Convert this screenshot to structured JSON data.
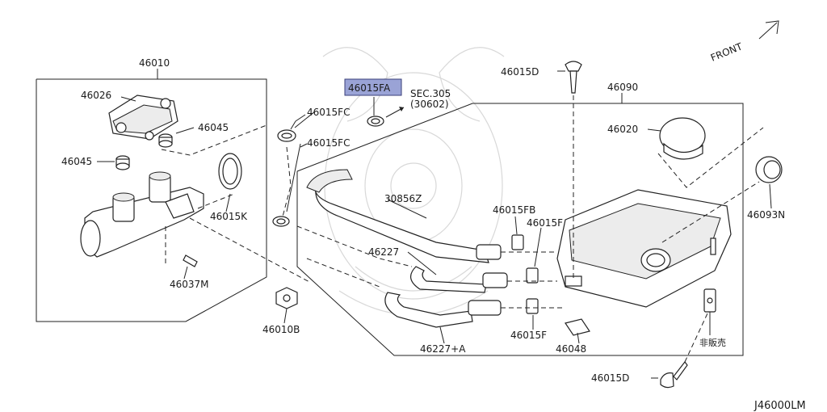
{
  "diagram": {
    "front_label": "FRONT",
    "figure_code": "J46000LM",
    "labels": {
      "p46010": "46010",
      "p46026": "46026",
      "p46045_a": "46045",
      "p46045_b": "46045",
      "p46015K": "46015K",
      "p46037M": "46037M",
      "p46010B": "46010B",
      "p46015FC_a": "46015FC",
      "p46015FC_b": "46015FC",
      "p46015FA": "46015FA",
      "sec_ref": "SEC.305",
      "sec_sub": "(30602)",
      "p46015D_top": "46015D",
      "p46090": "46090",
      "p46020": "46020",
      "p46093N": "46093N",
      "p30856Z": "30856Z",
      "p46015FB": "46015FB",
      "p46015F_a": "46015F",
      "p46227": "46227",
      "p46015F_b": "46015F",
      "p46227A": "46227+A",
      "p46048": "46048",
      "not_sold": "非販売",
      "p46015D_bot": "46015D"
    },
    "highlighted_part": "46015FA",
    "colors": {
      "highlight": "#9aa3d6",
      "line": "#222222"
    }
  }
}
